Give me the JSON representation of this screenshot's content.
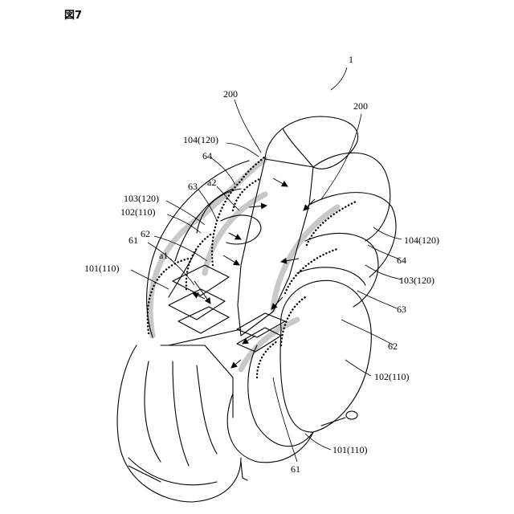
{
  "figure": {
    "title": "図7"
  },
  "labels": {
    "ref_1": "1",
    "ref_200_left": "200",
    "ref_200_right": "200",
    "ref_104_left": "104(120)",
    "ref_64_left": "64",
    "ref_a2": "a2",
    "ref_63_left": "63",
    "ref_103_left": "103(120)",
    "ref_102_left": "102(110)",
    "ref_62_left": "62",
    "ref_61_left": "61",
    "ref_a1": "a1",
    "ref_101_left": "101(110)",
    "ref_104_right": "104(120)",
    "ref_64_right": "64",
    "ref_103_right": "103(120)",
    "ref_63_right": "63",
    "ref_62_right": "62",
    "ref_102_right": "102(110)",
    "ref_101_right": "101(110)",
    "ref_61_bottom": "61"
  }
}
